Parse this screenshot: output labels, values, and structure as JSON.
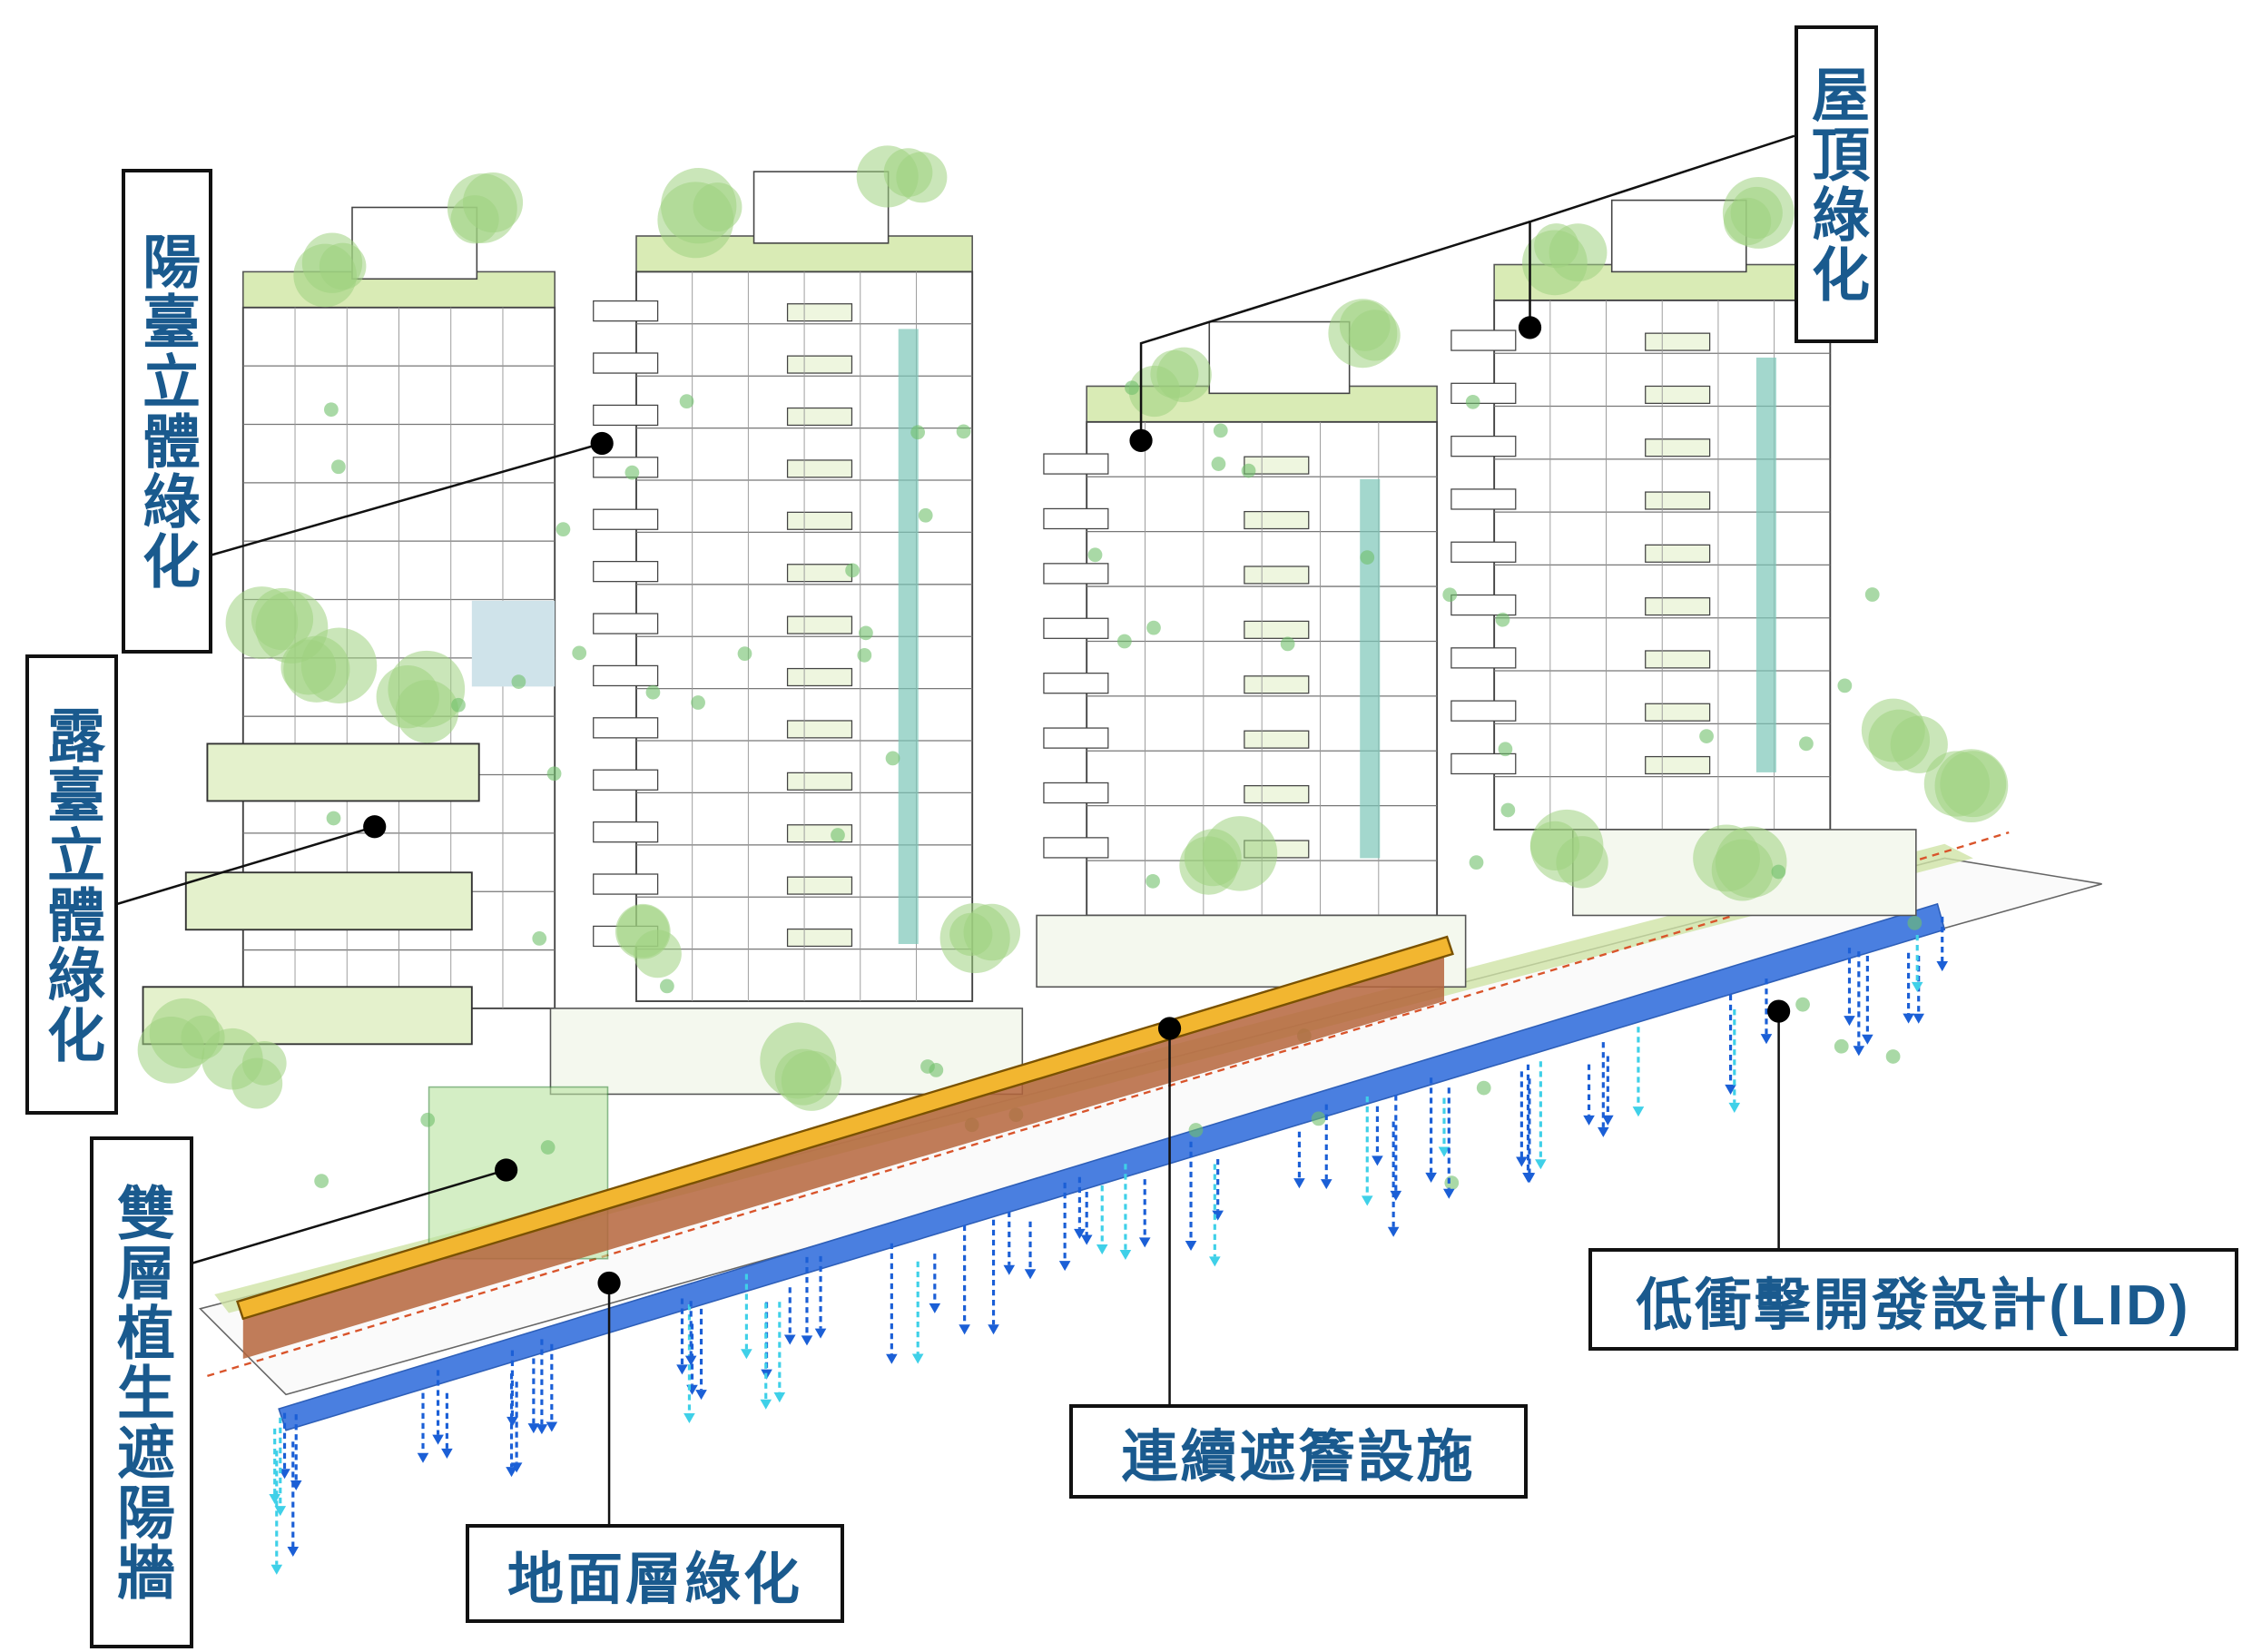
{
  "labels": {
    "roof_greening": "屋頂綠化",
    "balcony_greening": "陽臺立體綠化",
    "terrace_greening": "露臺立體綠化",
    "double_green_wall": "雙層植生遮陽牆",
    "ground_greening": "地面層綠化",
    "continuous_canopy": "連續遮簷設施",
    "lid": "低衝擊開發設計(LID)"
  },
  "colors": {
    "label_text": "#1a5a8e",
    "greenery": "#9fd27f",
    "canopy": "#f2b630",
    "permeable_strip": "#4a7fe0",
    "rain_arrow_dark": "#1b5fd6",
    "rain_arrow_light": "#3fd0e8",
    "brick": "#b5653c"
  }
}
